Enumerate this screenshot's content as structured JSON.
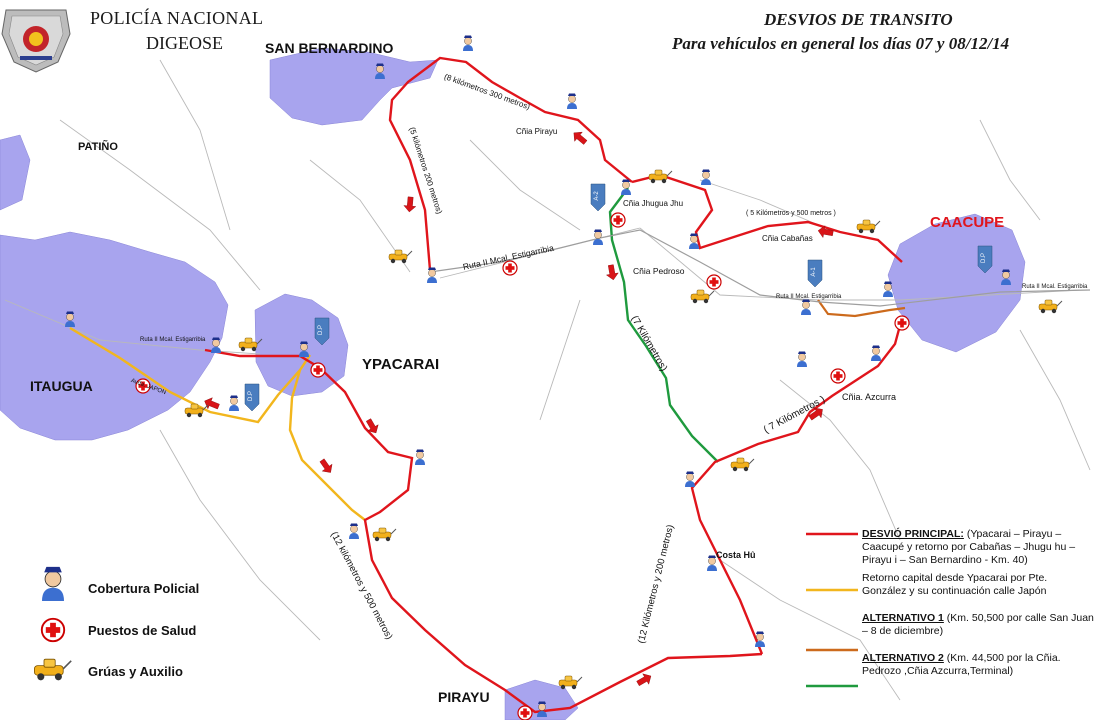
{
  "header": {
    "org_line1": "POLICÍA NACIONAL",
    "org_line2": "DIGEOSE",
    "title": "DESVIOS DE TRANSITO",
    "subtitle": "Para vehículos en general los días 07 y 08/12/14"
  },
  "places": {
    "san_bernardino": "SAN BERNARDINO",
    "patino": "PATIÑO",
    "itaugua": "ITAUGUA",
    "ypacarai": "YPACARAI",
    "caacupe": "CAACUPE",
    "pirayu": "PIRAYU",
    "cnia_pirayu": "Cñia Pirayu",
    "cnia_jhugua": "Cñia Jhugua Jhu",
    "cnia_pedroso": "Cñia Pedroso",
    "cnia_cabanas": "Cñia Cabañas",
    "cnia_azcurra": "Cñia.  Azcurra",
    "costa_hu": "Costa Hû"
  },
  "roads": {
    "ruta_mcal_1": "Ruta II Mcal. Estigarribia",
    "ruta_mcal_2": "Ruta II Mcal. Estigarribia",
    "ruta_mcal_3": "Ruta II Mcal. Estigarribia",
    "ruta_mcal_4": "Ruta II Mcal. Estigarribia",
    "avda_japon": "Avda. JAPON"
  },
  "distances": {
    "d_8km": "(8 kilómetros 300 metros)",
    "d_5km_200": "(5 kilómetros 200 metros)",
    "d_5km_500": "( 5 Kilómetros y 500 metros )",
    "d_7km_a": "(7 Kilómetros)",
    "d_7km_b": "( 7 Kilómetros )",
    "d_12km_500": "(12 kilómetros y 500 metros)",
    "d_12km_200": "(12 Kilómetros y 200 metros)"
  },
  "signs": [
    "D.P",
    "D.P",
    "D.P",
    "A-2",
    "A-1"
  ],
  "key": {
    "police": "Cobertura Policial",
    "health": "Puestos de Salud",
    "tow": "Grúas  y Auxilio"
  },
  "legend": {
    "principal_title": "DESVIÓ PRINCIPAL:",
    "principal_text": " (Ypacarai – Pirayu – Caacupé y retorno por Cabañas – Jhugu hu – Pirayu i – San Bernardino -  Km. 40)",
    "yellow_text": "Retorno capital  desde Ypacarai por Pte. González y su continuación  calle Japón",
    "alt1_title": "ALTERNATIVO  1",
    "alt1_text": " (Km. 50,500 por calle San Juan – 8 de diciembre)",
    "alt2_title": "ALTERNATIVO  2",
    "alt2_text": " (Km. 44,500 por la Cñia. Pedrozo ,Cñia Azcurra,Terminal)"
  },
  "colors": {
    "principal": "#e0151c",
    "yellow": "#f2b61d",
    "alt1": "#cc6a1c",
    "alt2": "#1f9a3e",
    "urban": "#a8a4ee",
    "sign": "#4a7dbf"
  }
}
